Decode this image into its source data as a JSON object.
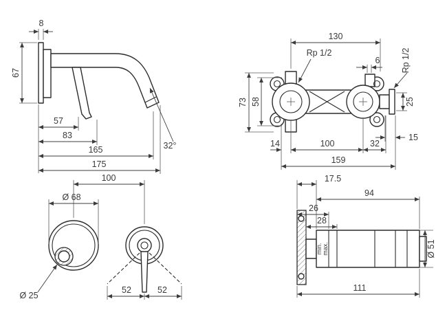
{
  "drawing": {
    "view1": {
      "d8": "8",
      "d67": "67",
      "d57": "57",
      "d83": "83",
      "d165": "165",
      "d175": "175",
      "angle": "32°"
    },
    "view2": {
      "d130": "130",
      "rp_left": "Rp 1/2",
      "d6": "6",
      "rp_right": "Rp 1/2",
      "d73": "73",
      "d58": "58",
      "d25": "25",
      "d15": "15",
      "d14": "14",
      "d100": "100",
      "d32": "32",
      "d159": "159"
    },
    "view3": {
      "d100": "100",
      "dia68": "Ø 68",
      "dia25": "Ø 25",
      "d52_left": "52",
      "d52_right": "52"
    },
    "view4": {
      "d17_5": "17.5",
      "d94": "94",
      "d26": "26",
      "d28": "28",
      "min": "min.",
      "max": "max.",
      "dia51": "Ø 51",
      "d111": "111"
    }
  }
}
